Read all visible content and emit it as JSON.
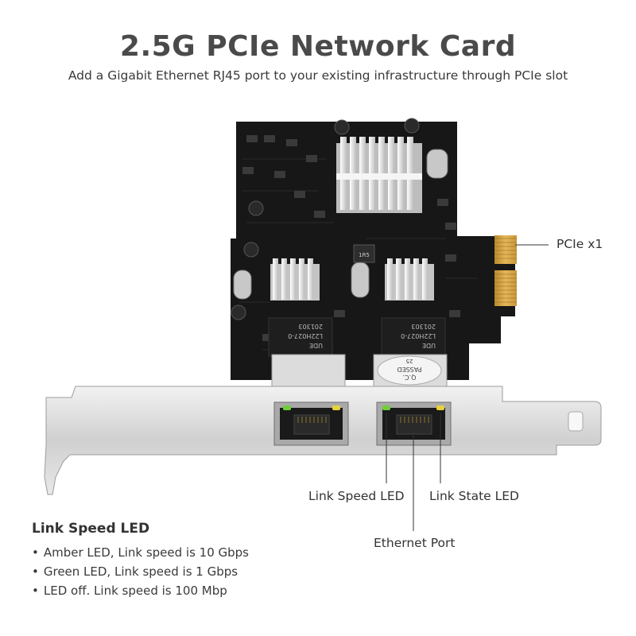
{
  "header": {
    "title": "2.5G PCIe Network Card",
    "subtitle": "Add a Gigabit Ethernet RJ45 port to your existing infrastructure through PCIe slot"
  },
  "callouts": {
    "pcie": "PCIe x1",
    "link_speed_led": "Link Speed LED",
    "link_state_led": "Link State LED",
    "ethernet_port": "Ethernet Port"
  },
  "board_markings": {
    "chip_left": [
      "UDE",
      "L22H027-0",
      "201303"
    ],
    "chip_right": [
      "UDE",
      "L22H027-0",
      "201303"
    ],
    "sticker": [
      "Q.C.",
      "PASSED",
      "25"
    ],
    "inductor": "1R5"
  },
  "legend": {
    "title": "Link Speed LED",
    "items": [
      "Amber LED, Link speed is 10 Gbps",
      "Green LED, Link speed is 1 Gbps",
      "LED off. Link speed is 100 Mbp"
    ]
  },
  "colors": {
    "pcb": "#161616",
    "bracket": "#d4d4d4",
    "gold_finger": "#d9a441",
    "heatsink": "#e6e6e6",
    "led_amber": "#e8d13a",
    "led_green": "#6fcf3a"
  }
}
